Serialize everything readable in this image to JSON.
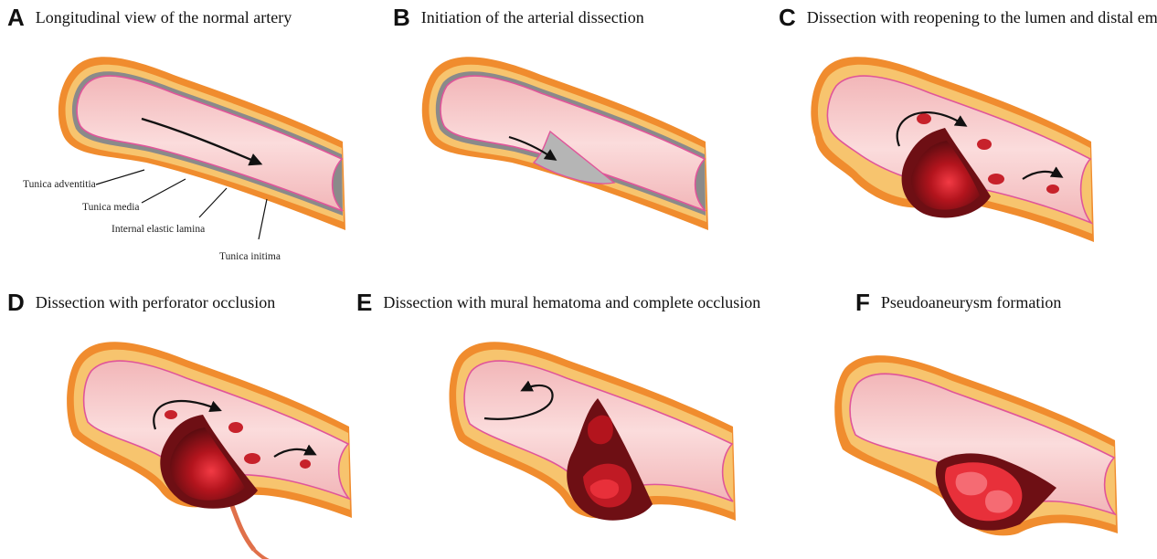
{
  "panels": [
    {
      "letter": "A",
      "title": "Longitudinal view of the normal artery"
    },
    {
      "letter": "B",
      "title": "Initiation of the arterial dissection"
    },
    {
      "letter": "C",
      "title": "Dissection with reopening to the lumen and distal emboli"
    },
    {
      "letter": "D",
      "title": "Dissection with perforator occlusion"
    },
    {
      "letter": "E",
      "title": "Dissection with mural hematoma and complete occlusion"
    },
    {
      "letter": "F",
      "title": "Pseudoaneurysm formation"
    }
  ],
  "labels": {
    "adventitia": "Tunica adventitia",
    "media": "Tunica media",
    "lamina": "Internal elastic lamina",
    "intima": "Tunica initima"
  },
  "colors": {
    "adventitia": "#f08c2e",
    "media": "#f7c46e",
    "lamina": "#8a8a8a",
    "intima": "#e0559a",
    "lumen": "#f7c8c9",
    "hematoma_dark": "#6e0f14",
    "hematoma_mid": "#a1151c",
    "hematoma_light": "#e8303a",
    "dissection_gray": "#b5b5b5"
  }
}
